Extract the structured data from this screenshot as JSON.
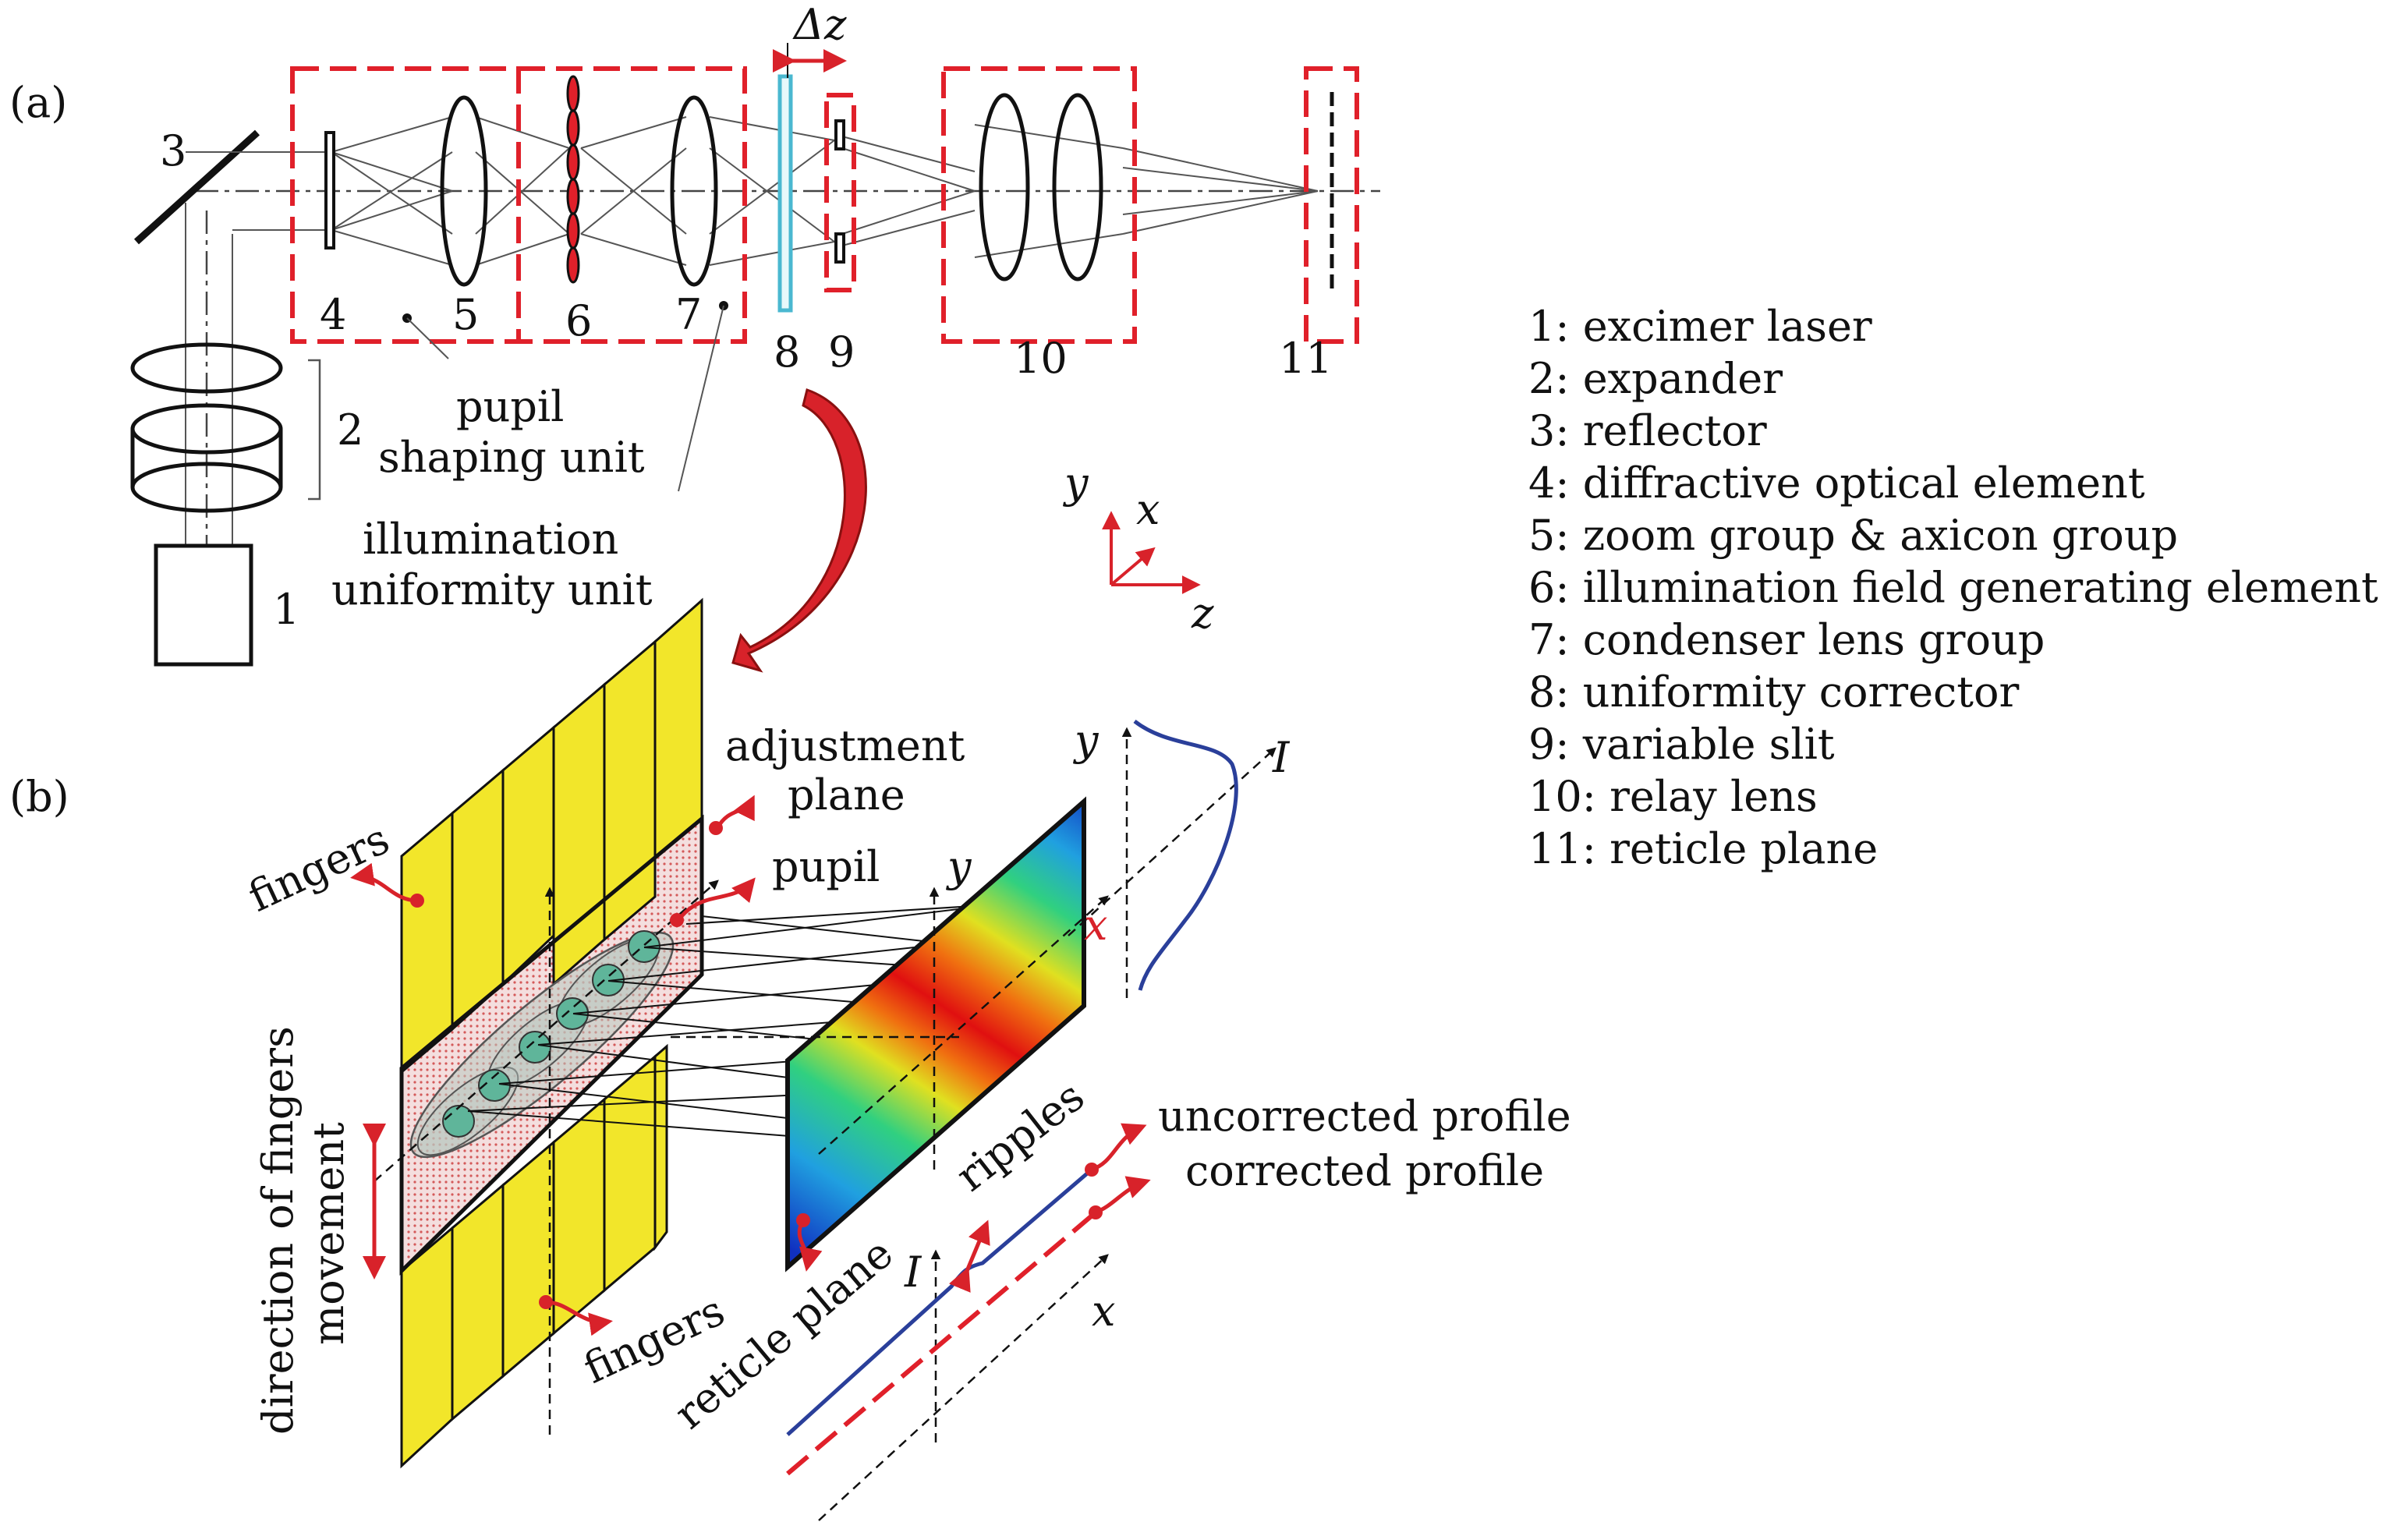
{
  "panel_a": {
    "panel_label": "(a)",
    "delta_z": "Δz",
    "numbers": [
      "1",
      "2",
      "3",
      "4",
      "5",
      "6",
      "7",
      "8",
      "9",
      "10",
      "11"
    ],
    "pupil_unit": [
      "pupil",
      "shaping unit"
    ],
    "uniformity_unit": [
      "illumination",
      "uniformity unit"
    ],
    "axes": {
      "y": "y",
      "x": "x",
      "z": "z"
    }
  },
  "legend": [
    "1: excimer laser",
    "2: expander",
    "3: reflector",
    "4: diffractive optical element",
    "5: zoom group & axicon group",
    "6: illumination field generating element",
    "7: condenser lens group",
    "8: uniformity corrector",
    "9: variable slit",
    "10: relay lens",
    "11: reticle plane"
  ],
  "panel_b": {
    "panel_label": "(b)",
    "fingers_top": "fingers",
    "fingers_bottom": "fingers",
    "adjustment_plane": [
      "adjustment",
      "plane"
    ],
    "pupil": "pupil",
    "direction": [
      "direction of fingers",
      "movement"
    ],
    "reticle_plane": "reticle plane",
    "ripples": "ripples",
    "uncorrected": "uncorrected profile",
    "corrected": "corrected profile",
    "axis_y_plane": "y",
    "axis_x_plane": "x",
    "axis_y_profile": "y",
    "axis_I_profile": "I",
    "axis_I_bottom": "I",
    "axis_x_bottom": "x"
  },
  "colors": {
    "dashed_box": "#e0202a",
    "arrow_red": "#d8222a",
    "finger_yellow": "#f2e62a",
    "corrector_cyan": "#4ab8d0",
    "profile_blue": "#2a3f9a"
  }
}
